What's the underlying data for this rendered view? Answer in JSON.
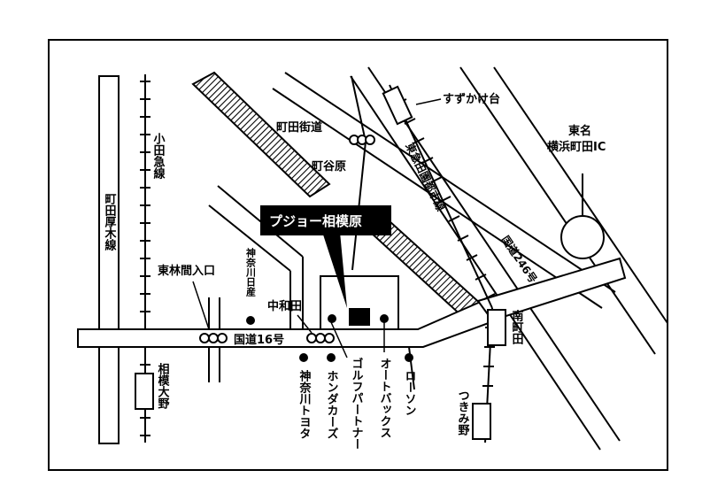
{
  "frame_color": "#000000",
  "title_box": {
    "text": "プジョー相模原",
    "bg": "#000000",
    "fg": "#ffffff"
  },
  "roads": {
    "national_road": "国道16号",
    "machida_kaido": "町田街道",
    "route_246": "国道246号"
  },
  "railways": {
    "odakyu": "小田急線",
    "machida_atsugi": "町田厚木線",
    "tokyu_denentoshi": "東急田園都市線"
  },
  "stations": {
    "suzukakedai": "すずかけ台",
    "minami_machida": "南町田",
    "tsukimino": "つきみ野",
    "sagami_ono": "相模大野"
  },
  "intersections": {
    "higashi_rinkan": "東林間入口",
    "nakawada": "中和田",
    "machiyahara": "町谷原"
  },
  "landmarks": {
    "kanagawa_nissan": "神奈川日産",
    "kanagawa_toyota": "神奈川トヨタ",
    "honda_cars": "ホンダカーズ",
    "golf_partner": "ゴルフパートナー",
    "autobacs": "オートバックス",
    "lawson": "ローソン"
  },
  "highway": {
    "ic_line1": "東名",
    "ic_line2": "横浜町田IC"
  }
}
